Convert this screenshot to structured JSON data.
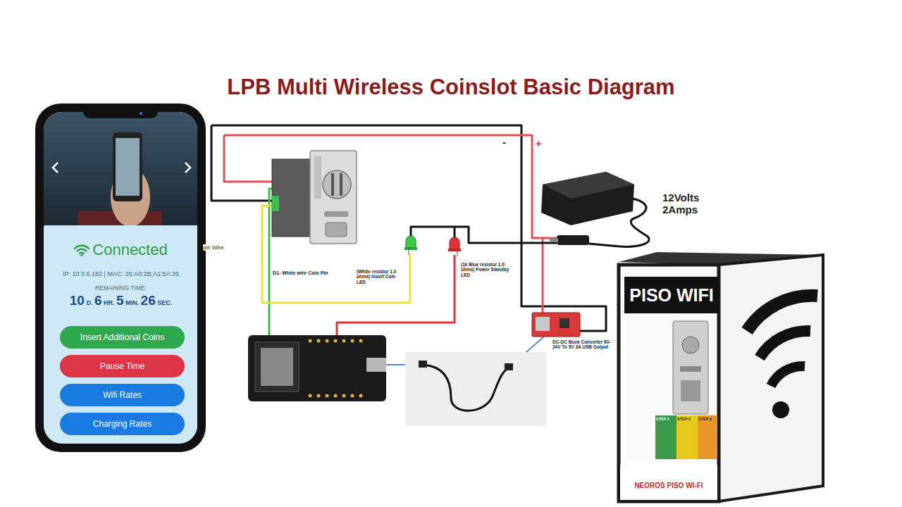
{
  "diagram": {
    "title": "LPB Multi Wireless Coinslot Basic Diagram",
    "nodes": [
      {
        "text": [
          "Connected",
          "IP: 10.0.6.182 | MAC: 28:A0:2B:A1:5A:35",
          "REMAINING TIME:",
          "10 D. 6 HR. 5 MIN. 26 SEC."
        ]
      },
      {
        "text": [
          "Insert Additional Coins"
        ],
        "in": 0
      },
      {
        "text": [
          "Pause Time"
        ],
        "in": 0
      },
      {
        "text": [
          "Wifi Rates"
        ],
        "in": 0
      },
      {
        "text": [
          "Charging Rates"
        ],
        "in": 0
      },
      {
        "text": [
          "PISO WIFI"
        ]
      }
    ],
    "labels": [
      "pin Wire",
      "D1- White wire Coin Pin",
      "(White resistor 1.0 ohms) Insert Coin LED",
      "(1k Blue resistor 1.0 ohms) Power Standby LED",
      "-",
      "+",
      "12Volts 2Amps",
      "DC-DC Buck Converter 6V-24V To 5V 3A USB Output",
      "STEP 1",
      "STEP 2",
      "STEP 3",
      "NEOROS PISO WI-FI"
    ]
  }
}
